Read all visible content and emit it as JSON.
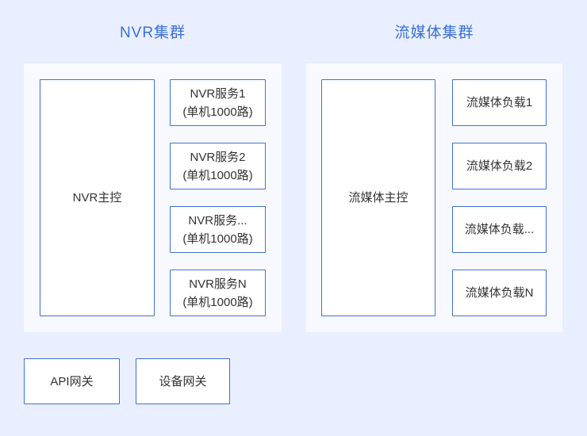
{
  "colors": {
    "page_bg": "#e9effe",
    "panel_bg": "#f7f9fe",
    "box_bg": "#ffffff",
    "box_border": "#4070d8",
    "title_color": "#3a70d8",
    "text_color": "#333333"
  },
  "clusters": [
    {
      "title": "NVR集群",
      "master": "NVR主控",
      "nodes": [
        {
          "line1": "NVR服务1",
          "line2": "(单机1000路)"
        },
        {
          "line1": "NVR服务2",
          "line2": "(单机1000路)"
        },
        {
          "line1": "NVR服务...",
          "line2": "(单机1000路)"
        },
        {
          "line1": "NVR服务N",
          "line2": "(单机1000路)"
        }
      ]
    },
    {
      "title": "流媒体集群",
      "master": "流媒体主控",
      "nodes": [
        {
          "line1": "流媒体负载1",
          "line2": ""
        },
        {
          "line1": "流媒体负载2",
          "line2": ""
        },
        {
          "line1": "流媒体负载...",
          "line2": ""
        },
        {
          "line1": "流媒体负载N",
          "line2": ""
        }
      ]
    }
  ],
  "gateways": [
    {
      "label": "API网关"
    },
    {
      "label": "设备网关"
    }
  ]
}
